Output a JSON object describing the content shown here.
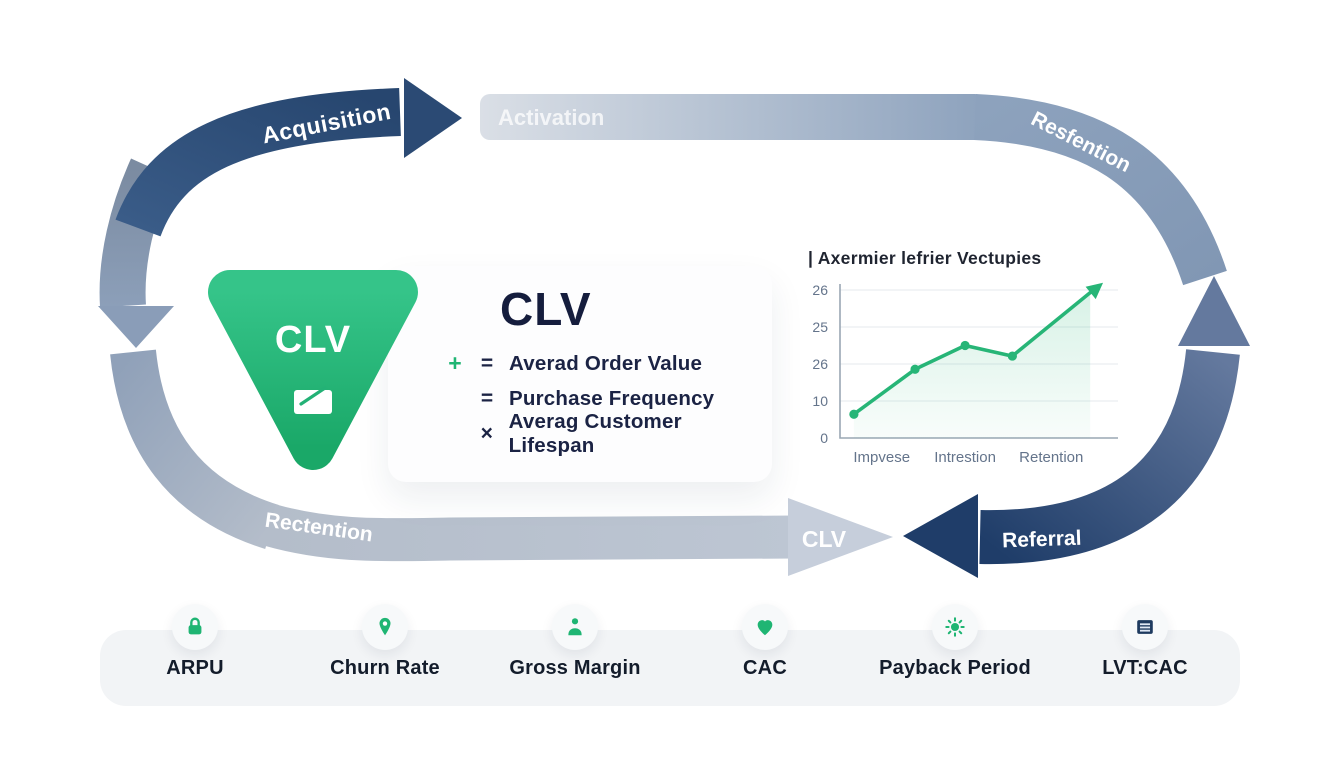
{
  "loop": {
    "acquisition_label": "Acquisition",
    "activation_label": "Activation",
    "retention_top_label": "Resfention",
    "retention_bottom_label": "Rectention",
    "clv_arrow_label": "CLV",
    "referral_label": "Referral"
  },
  "clv_block": {
    "triangle_label": "CLV",
    "heading": "CLV",
    "rows": [
      {
        "op1": "+",
        "op2": "=",
        "text": "Averad Order Value"
      },
      {
        "op1": "",
        "op2": "=",
        "text": "Purchase Frequency"
      },
      {
        "op1": "",
        "op2": "×",
        "text": "Averag Customer Lifespan"
      }
    ]
  },
  "chart_data": {
    "type": "area",
    "title": "| Axermier lefrier Vectupies",
    "x_tick_labels": [
      "Impvese",
      "Intrestion",
      "Retention"
    ],
    "x_label_fractions": [
      0.15,
      0.45,
      0.76
    ],
    "y_tick_labels_top_to_bottom": [
      "26",
      "25",
      "26",
      "10",
      "0"
    ],
    "y_max": 28,
    "points_x_fraction": [
      0.05,
      0.27,
      0.45,
      0.62,
      0.9
    ],
    "points_y_value": [
      4.5,
      13,
      17.5,
      15.5,
      27.5
    ],
    "marker_indices": [
      0,
      1,
      2,
      3
    ],
    "arrow_end": true,
    "grid": true,
    "line_color": "#27b577",
    "fill_color": "#27b577",
    "axis_color": "#9aa7b4",
    "tick_color": "#64748b",
    "title_color": "#1f2430"
  },
  "metrics": {
    "items": [
      {
        "label": "ARPU",
        "icon": "lock-icon"
      },
      {
        "label": "Churn Rate",
        "icon": "pin-icon"
      },
      {
        "label": "Gross Margin",
        "icon": "person-icon"
      },
      {
        "label": "CAC",
        "icon": "heart-icon"
      },
      {
        "label": "Payback Period",
        "icon": "burst-icon"
      },
      {
        "label": "LVT:CAC",
        "icon": "list-icon"
      }
    ]
  },
  "colors": {
    "accent_green": "#22b573",
    "navy": "#27466f",
    "slate_band": "#8da2bd",
    "light_band": "#b7c0cd",
    "text_dark": "#151d3d"
  }
}
